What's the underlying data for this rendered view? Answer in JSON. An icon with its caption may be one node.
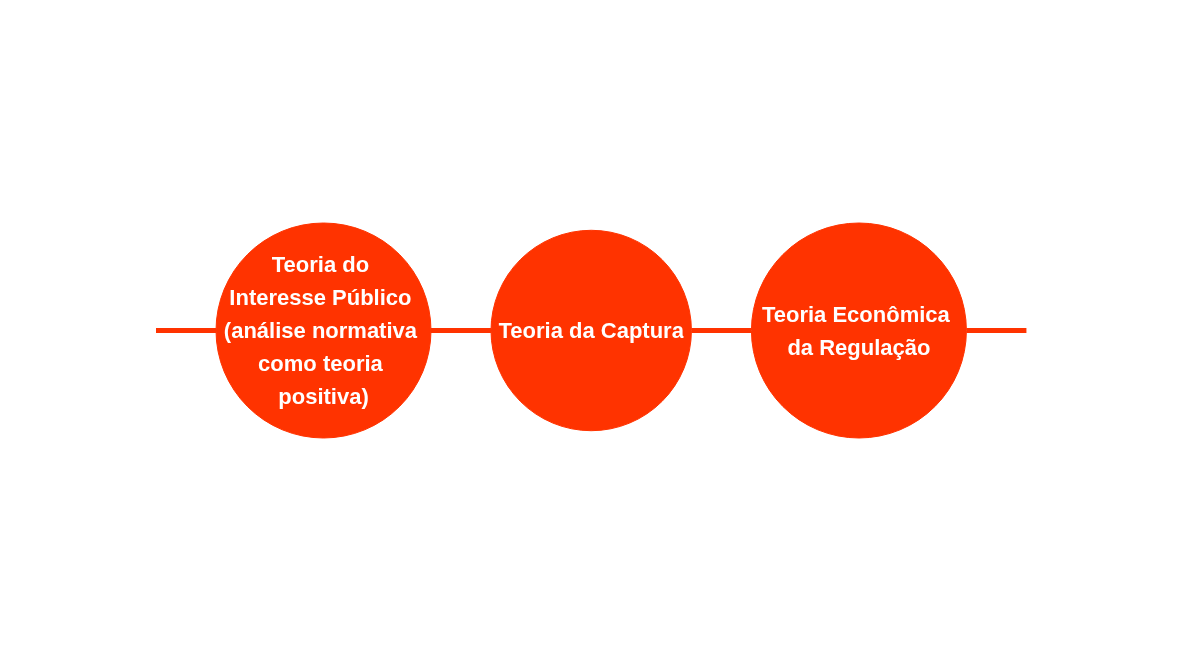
{
  "diagram": {
    "nodes": [
      {
        "text": [
          "Teoria do Interesse Público (análise normativa como teoria positiva)"
        ]
      },
      {
        "text": [
          "Teoria da Captura"
        ]
      },
      {
        "text": [
          "Teoria Econômica da Regulação"
        ]
      }
    ],
    "edges": [
      {
        "from": null,
        "to": 0,
        "arrow": "none"
      },
      {
        "from": 0,
        "to": 1,
        "arrow": "none"
      },
      {
        "from": 1,
        "to": 2,
        "arrow": "none"
      },
      {
        "from": 2,
        "to": null,
        "arrow": "none"
      }
    ]
  }
}
